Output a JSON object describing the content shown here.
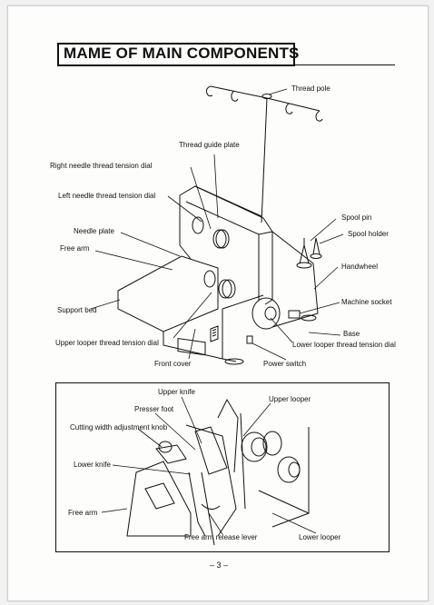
{
  "page": {
    "title": "MAME OF MAIN COMPONENTS",
    "page_number": "– 3 –"
  },
  "main_figure": {
    "labels": {
      "thread_pole": "Thread pole",
      "thread_guide_plate": "Thread guide plate",
      "right_needle_dial": "Right needle thread tension dial",
      "left_needle_dial": "Left needle thread tension dial",
      "spool_pin": "Spool pin",
      "spool_holder": "Spool holder",
      "needle_plate": "Needle plate",
      "free_arm": "Free arm",
      "handwheel": "Handwheel",
      "machine_socket": "Machine socket",
      "support_bed": "Support bed",
      "base": "Base",
      "upper_looper_dial": "Upper looper thread tension dial",
      "lower_looper_dial": "Lower looper thread tension dial",
      "front_cover": "Front cover",
      "power_switch": "Power switch"
    }
  },
  "detail_figure": {
    "labels": {
      "upper_knife": "Upper knife",
      "upper_looper": "Upper looper",
      "presser_foot": "Presser foot",
      "cutting_width_knob": "Cutting width adjustment knob",
      "lower_knife": "Lower knife",
      "free_arm": "Free arm",
      "free_arm_release": "Free arm release lever",
      "lower_looper": "Lower looper"
    }
  }
}
